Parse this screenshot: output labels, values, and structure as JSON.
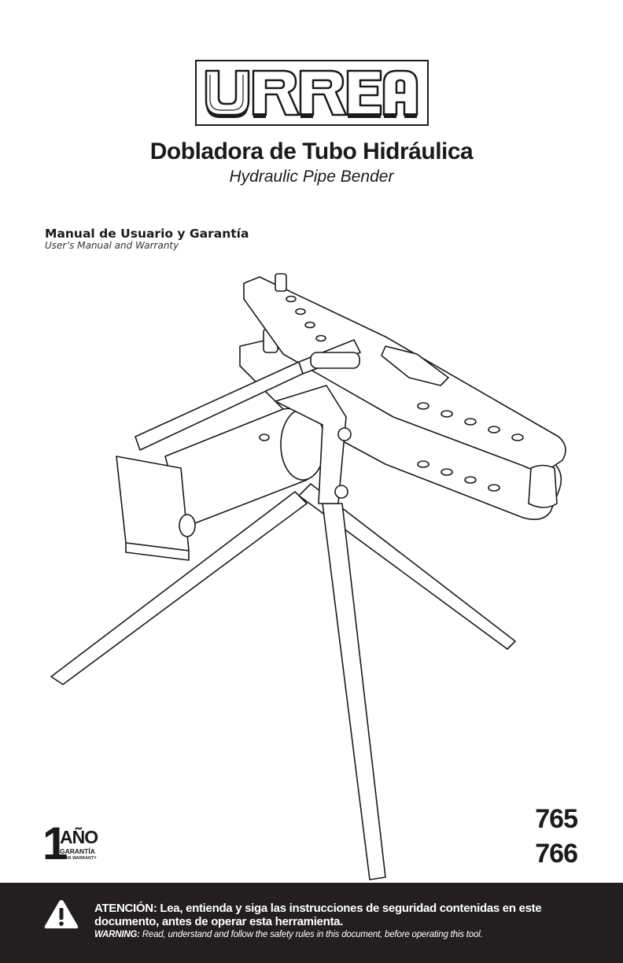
{
  "brand": {
    "name": "URREA"
  },
  "title": {
    "es": "Dobladora de Tubo Hidráulica",
    "en": "Hydraulic Pipe Bender"
  },
  "manual": {
    "es": "Manual de Usuario y Garantía",
    "en": "User’s Manual and Warranty"
  },
  "warranty_badge": {
    "number": "1",
    "word": "AÑO",
    "label": "GARANTÍA",
    "sublabel": "YEAR WARRANTY"
  },
  "models": [
    "765",
    "766"
  ],
  "warning": {
    "icon": "warning-triangle-icon",
    "es_label": "ATENCIÓN:",
    "es_text": " Lea, entienda y siga las instrucciones de seguridad contenidas en este documento, antes de operar esta herramienta.",
    "en_label": "WARNING:",
    "en_text": " Read, understand and follow the safety rules in this document, before operating this tool."
  },
  "colors": {
    "ink": "#1a1a1a",
    "footer_bg": "#231f20",
    "footer_text": "#ffffff"
  }
}
